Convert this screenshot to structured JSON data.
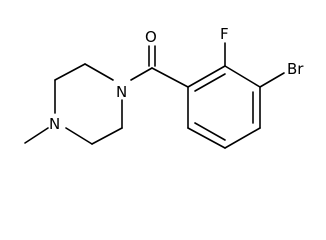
{
  "molecule": {
    "atoms": {
      "oxygen": "O",
      "fluorine": "F",
      "bromine": "Br",
      "piperazine_n_amide": "N",
      "piperazine_n_methyl": "N"
    }
  }
}
